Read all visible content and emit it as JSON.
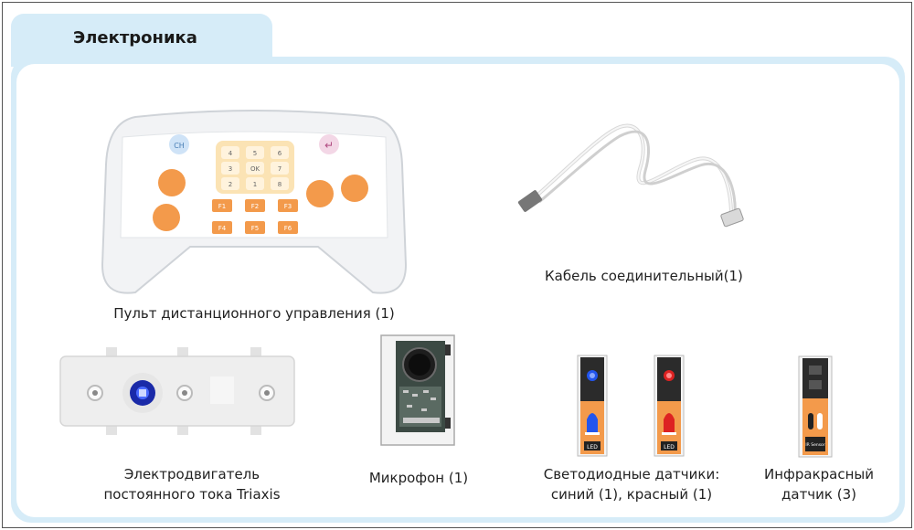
{
  "header": {
    "title": "Электроника"
  },
  "remote": {
    "caption": "Пульт дистанционного управления (1)",
    "ch_label": "CH",
    "enter_symbol": "↵",
    "keypad": [
      "4",
      "5",
      "6",
      "3",
      "OK",
      "7",
      "2",
      "1",
      "8"
    ],
    "function_keys": [
      "F1",
      "F2",
      "F3",
      "F4",
      "F5",
      "F6"
    ]
  },
  "cable": {
    "caption": "Кабель соединительный(1)"
  },
  "motor": {
    "caption_line1": "Электродвигатель",
    "caption_line2": "постоянного тока Triaxis"
  },
  "microphone": {
    "caption": "Микрофон (1)"
  },
  "led_sensors": {
    "caption_line1": "Светодиодные датчики:",
    "caption_line2": "синий (1), красный (1)",
    "blue_label": "LED",
    "red_label": "LED",
    "blue_color": "#2255ee",
    "red_color": "#dd2222"
  },
  "ir_sensor": {
    "caption_line1": "Инфракрасный",
    "caption_line2": "датчик (3)",
    "label": "IR Sensor"
  },
  "colors": {
    "panel_bg": "#d6ecf8",
    "accent_orange": "#f39a4b",
    "keypad_bg": "#fbe3b4"
  }
}
